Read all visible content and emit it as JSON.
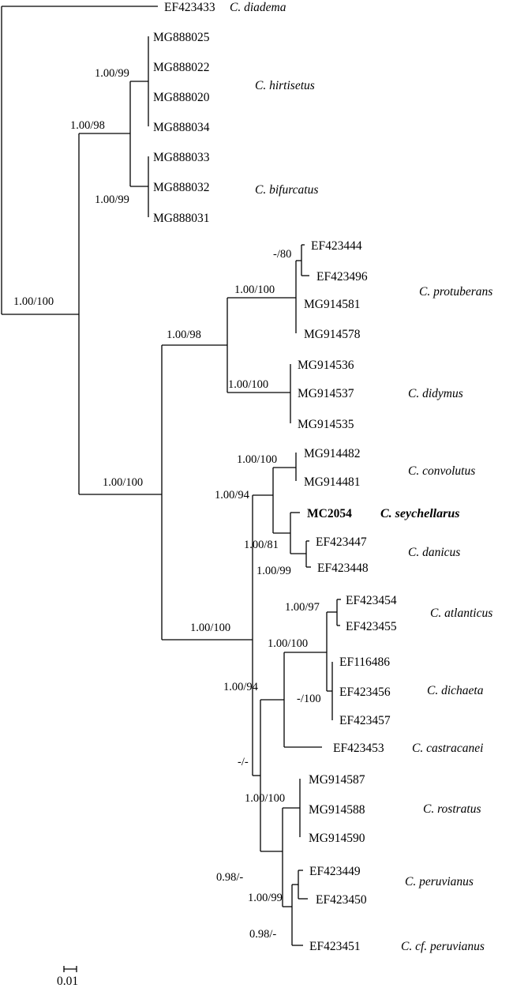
{
  "tips": {
    "t01": "EF423433",
    "t02": "MG888025",
    "t03": "MG888022",
    "t04": "MG888020",
    "t05": "MG888034",
    "t06": "MG888033",
    "t07": "MG888032",
    "t08": "MG888031",
    "t09": "EF423444",
    "t10": "EF423496",
    "t11": "MG914581",
    "t12": "MG914578",
    "t13": "MG914536",
    "t14": "MG914537",
    "t15": "MG914535",
    "t16": "MG914482",
    "t17": "MG914481",
    "t18": "MC2054",
    "t19": "EF423447",
    "t20": "EF423448",
    "t21": "EF423454",
    "t22": "EF423455",
    "t23": "EF116486",
    "t24": "EF423456",
    "t25": "EF423457",
    "t26": "EF423453",
    "t27": "MG914587",
    "t28": "MG914588",
    "t29": "MG914590",
    "t30": "EF423449",
    "t31": "EF423450",
    "t32": "EF423451"
  },
  "clades": {
    "c01": "C. diadema",
    "c02": "C. hirtisetus",
    "c03": "C. bifurcatus",
    "c04": "C. protuberans",
    "c05": "C. didymus",
    "c06": "C. convolutus",
    "c07": "C. seychellarus",
    "c08": "C. danicus",
    "c09": "C. atlanticus",
    "c10": "C. dichaeta",
    "c11": "C. castracanei",
    "c12": "C. rostratus",
    "c13": "C. peruvianus",
    "c14": "C. cf. peruvianus"
  },
  "support": {
    "s01": "1.00/100",
    "s02": "1.00/98",
    "s03": "1.00/99",
    "s04": "1.00/99",
    "s05": "1.00/100",
    "s06": "1.00/98",
    "s07": "1.00/100",
    "s08": "-/80",
    "s09": "1.00/100",
    "s10": "1.00/100",
    "s11": "1.00/94",
    "s12": "1.00/100",
    "s13": "1.00/81",
    "s14": "1.00/99",
    "s15": "1.00/94",
    "s16": "1.00/100",
    "s17": "1.00/97",
    "s18": "-/100",
    "s19": "-/-",
    "s20": "1.00/100",
    "s21": "0.98/-",
    "s22": "1.00/99",
    "s23": "0.98/-"
  },
  "scale": {
    "label": "0.01"
  }
}
